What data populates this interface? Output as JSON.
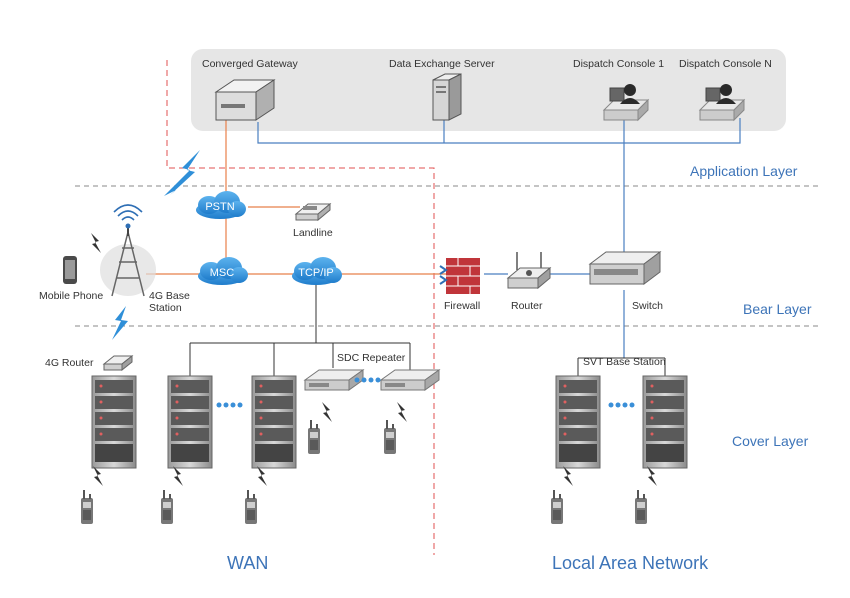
{
  "labels": {
    "converged_gateway": "Converged Gateway",
    "data_exchange_server": "Data Exchange Server",
    "dispatch_console_1": "Dispatch Console 1",
    "dispatch_console_n": "Dispatch Console N",
    "pstn": "PSTN",
    "landline": "Landline",
    "msc": "MSC",
    "tcpip": "TCP/IP",
    "firewall": "Firewall",
    "router": "Router",
    "switch": "Switch",
    "mobile_phone": "Mobile Phone",
    "base_station_4g_line1": "4G Base",
    "base_station_4g_line2": "Station",
    "router_4g": "4G Router",
    "sdc_repeater": "SDC Repeater",
    "svt_base_station": "SVT Base Station"
  },
  "layers": {
    "application": "Application Layer",
    "bear": "Bear Layer",
    "cover": "Cover Layer"
  },
  "regions": {
    "wan": "WAN",
    "lan": "Local Area Network"
  },
  "colors": {
    "accent_blue": "#3d74b8",
    "orange_link": "#e8804a",
    "wan_border": "#e05050",
    "cloud_blue": "#2f8fd8",
    "panel_gray": "#e6e6e6"
  }
}
